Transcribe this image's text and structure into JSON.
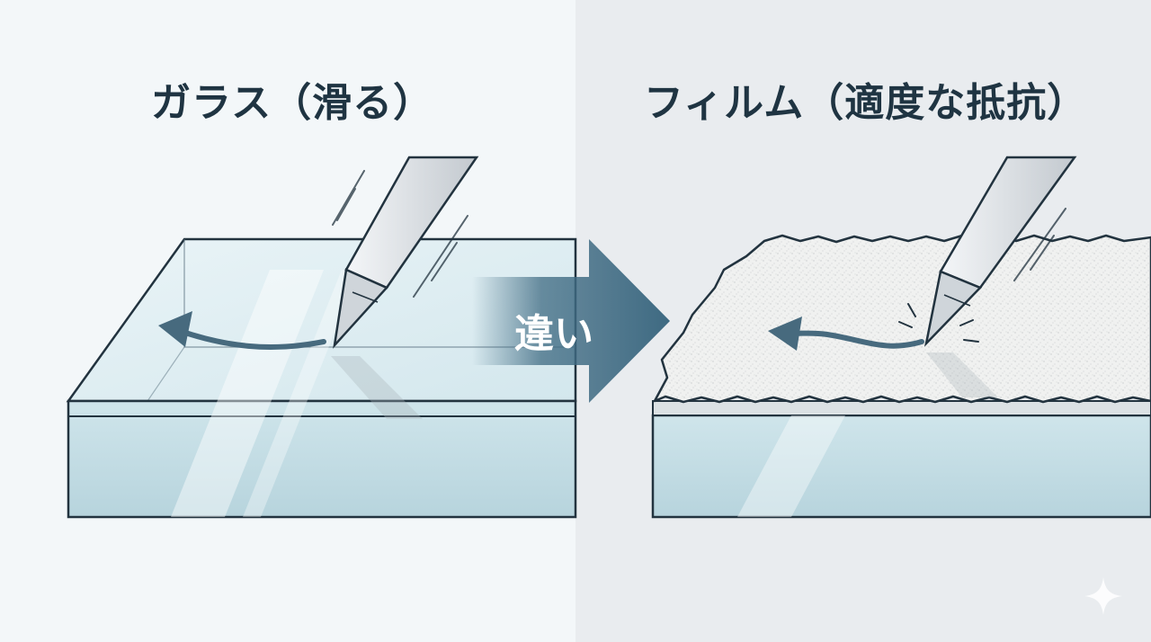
{
  "left_panel": {
    "title": "ガラス（滑る）"
  },
  "right_panel": {
    "title": "フィルム（適度な抵抗）"
  },
  "center_arrow": {
    "label": "違い"
  },
  "colors": {
    "title": "#1f3442",
    "outline": "#22333f",
    "glass_face": "#c2dce3",
    "glass_top": "#e2eff3",
    "film_surface": "#f2f3f2",
    "arrow": "#476a7e",
    "badge_arrow": "#3e6a82",
    "pen_body": "#d9dde1"
  }
}
